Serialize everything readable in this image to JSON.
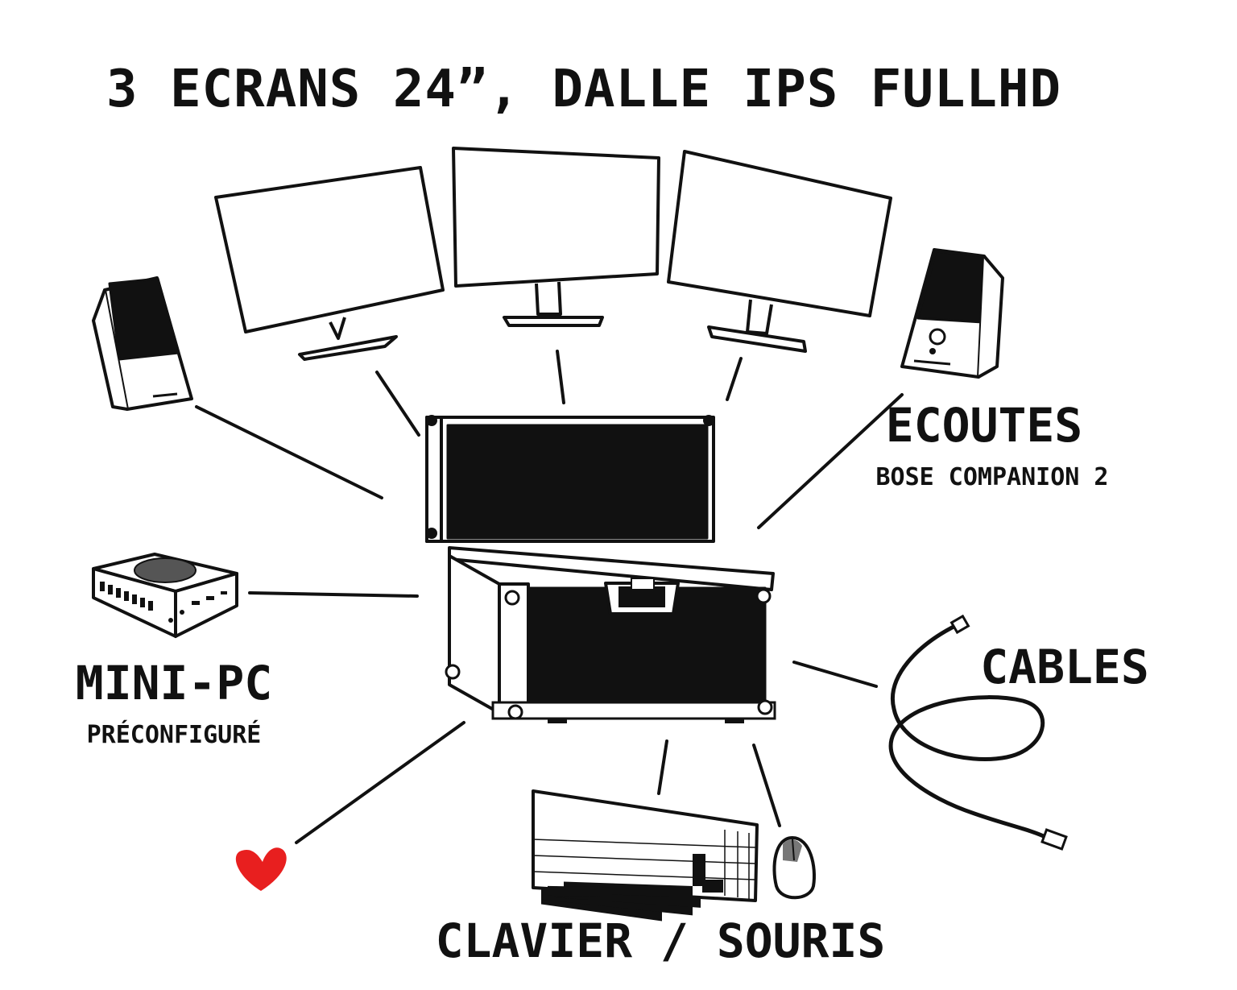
{
  "title": "3 ECRANS 24”, DALLE IPS FULLHD",
  "labels": {
    "speakers": "ECOUTES",
    "speakers_model": "BOSE COMPANION 2",
    "minipc": "MINI-PC",
    "minipc_sub": "PRÉCONFIGURÉ",
    "cables": "CABLES",
    "keyboard_mouse": "CLAVIER / SOURIS"
  },
  "colors": {
    "ink": "#111111",
    "paper": "#ffffff",
    "heart": "#e81f1f"
  },
  "icons": [
    "speaker-icon",
    "monitor-icon",
    "flight-case-icon",
    "mini-pc-icon",
    "cable-icon",
    "keyboard-icon",
    "mouse-icon",
    "heart-icon"
  ]
}
